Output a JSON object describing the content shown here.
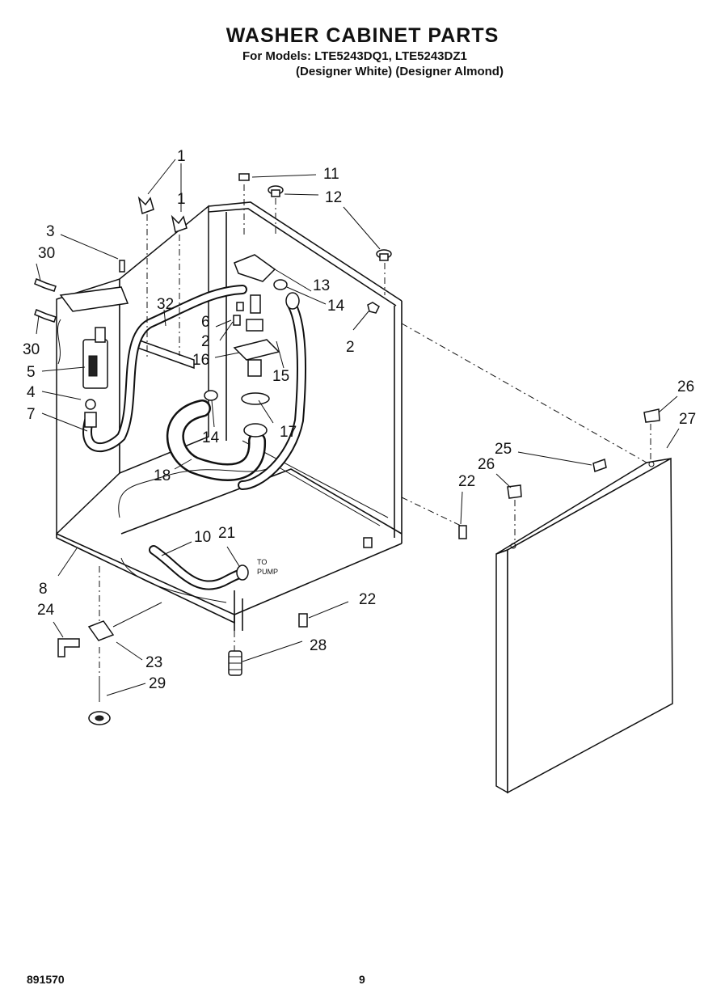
{
  "header": {
    "title": "WASHER CABINET PARTS",
    "models_line": "For Models: LTE5243DQ1, LTE5243DZ1",
    "colors_line": "(Designer White) (Designer Almond)"
  },
  "footer": {
    "doc_number": "891570",
    "page_number": "9"
  },
  "callouts": {
    "c1a": "1",
    "c1b": "1",
    "c2a": "2",
    "c2b": "2",
    "c3": "3",
    "c4": "4",
    "c5": "5",
    "c6": "6",
    "c7": "7",
    "c8": "8",
    "c10": "10",
    "c11": "11",
    "c12": "12",
    "c13": "13",
    "c14a": "14",
    "c14b": "14",
    "c15": "15",
    "c16": "16",
    "c17": "17",
    "c18": "18",
    "c21": "21",
    "c22a": "22",
    "c22b": "22",
    "c23": "23",
    "c24": "24",
    "c25": "25",
    "c26a": "26",
    "c26b": "26",
    "c27": "27",
    "c28": "28",
    "c29": "29",
    "c30a": "30",
    "c30b": "30",
    "c32": "32"
  },
  "annotations": {
    "to_pump_1": "TO",
    "to_pump_2": "PUMP"
  }
}
